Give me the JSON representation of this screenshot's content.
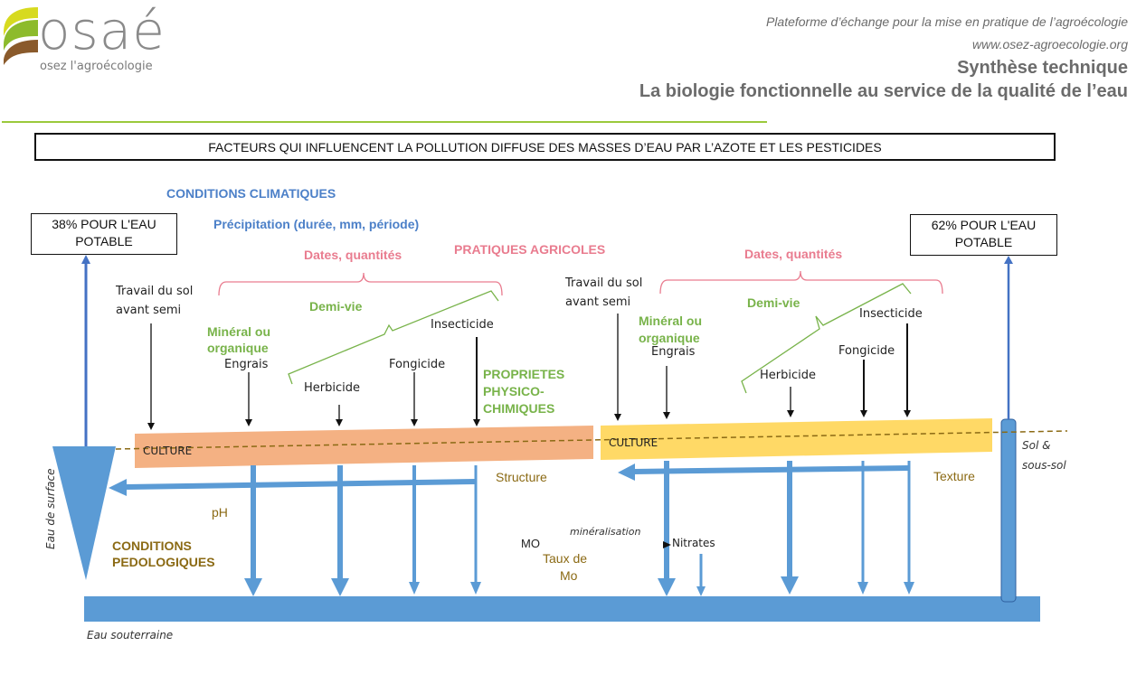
{
  "header": {
    "logo_word": "osaé",
    "logo_tagline": "osez l'agroécologie",
    "platform_tagline": "Plateforme d’échange pour la mise en pratique de l’agroécologie",
    "url": "www.osez-agroecologie.org",
    "doc_type": "Synthèse technique",
    "doc_title": "La biologie fonctionnelle au service de la qualité de l’eau"
  },
  "colors": {
    "accent_green": "#9bc93c",
    "water_blue": "#5b9bd5",
    "culture_left": "#f4b183",
    "culture_right": "#ffd966",
    "pink": "#e97c8f",
    "green": "#78b34a",
    "brown": "#8b6a14",
    "blue_text": "#4c80c8"
  },
  "diagram": {
    "title": "FACTEURS QUI INFLUENCENT LA POLLUTION DIFFUSE DES MASSES D’EAU PAR L’AZOTE ET LES PESTICIDES",
    "climate_heading": "CONDITIONS CLIMATIQUES",
    "precipitation": "Précipitation (durée, mm, période)",
    "practices_heading": "PRATIQUES AGRICOLES",
    "left_box": {
      "line1": "38% POUR L'EAU",
      "line2": "POTABLE"
    },
    "right_box": {
      "line1": "62% POUR L'EAU",
      "line2": "POTABLE"
    },
    "left_panel": {
      "dates": "Dates, quantités",
      "travail_line1": "Travail du sol",
      "travail_line2": "avant semi",
      "demi_vie": "Demi-vie",
      "mineral_line1": "Minéral ou",
      "mineral_line2": "organique",
      "engrais": "Engrais",
      "insecticide": "Insecticide",
      "fongicide": "Fongicide",
      "herbicide": "Herbicide",
      "culture": "CULTURE",
      "structure": "Structure",
      "ph": "pH"
    },
    "right_panel": {
      "dates": "Dates, quantités",
      "travail_line1": "Travail du sol",
      "travail_line2": "avant semi",
      "demi_vie": "Demi-vie",
      "mineral_line1": "Minéral ou",
      "mineral_line2": "organique",
      "engrais": "Engrais",
      "insecticide": "Insecticide",
      "fongicide": "Fongicide",
      "herbicide": "Herbicide",
      "culture": "CULTURE",
      "texture": "Texture"
    },
    "physico_line1": "PROPRIETES",
    "physico_line2": "PHYSICO-",
    "physico_line3": "CHIMIQUES",
    "pedo_line1": "CONDITIONS",
    "pedo_line2": "PEDOLOGIQUES",
    "mo": "MO",
    "mineralisation": "minéralisation",
    "nitrates": "Nitrates",
    "taux_line1": "Taux de",
    "taux_line2": "Mo",
    "surface_water": "Eau de surface",
    "groundwater": "Eau souterraine",
    "soil_line1": "Sol &",
    "soil_line2": "sous-sol"
  }
}
